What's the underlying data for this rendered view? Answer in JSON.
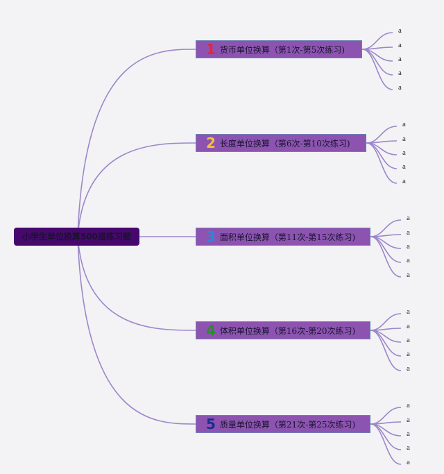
{
  "root": {
    "label": "小学生单位换算500道练习题"
  },
  "branches": [
    {
      "number": "1",
      "label": "货币单位换算（第1次-第5次练习)",
      "number_color": "#e0283c",
      "leaves": [
        "a",
        "a",
        "a",
        "a",
        "a"
      ]
    },
    {
      "number": "2",
      "label": "长度单位换算（第6次-第10次练习)",
      "number_color": "#f5c13a",
      "leaves": [
        "a",
        "a",
        "a",
        "a",
        "a"
      ]
    },
    {
      "number": "3",
      "label": "面积单位换算（第11次-第15次练习)",
      "number_color": "#2f86d6",
      "leaves": [
        "a",
        "a",
        "a",
        "a",
        "a"
      ]
    },
    {
      "number": "4",
      "label": "体积单位换算（第16次-第20次练习)",
      "number_color": "#2c8a2e",
      "leaves": [
        "a",
        "a",
        "a",
        "a",
        "a"
      ]
    },
    {
      "number": "5",
      "label": "质量单位换算（第21次-第25次练习)",
      "number_color": "#1f2a8c",
      "leaves": [
        "a",
        "a",
        "a",
        "a",
        "a"
      ]
    }
  ],
  "colors": {
    "connector": "#9c87c9",
    "root_fill": "#46086d",
    "branch_fill": "#8c54b0",
    "background": "#f3f2f5"
  }
}
